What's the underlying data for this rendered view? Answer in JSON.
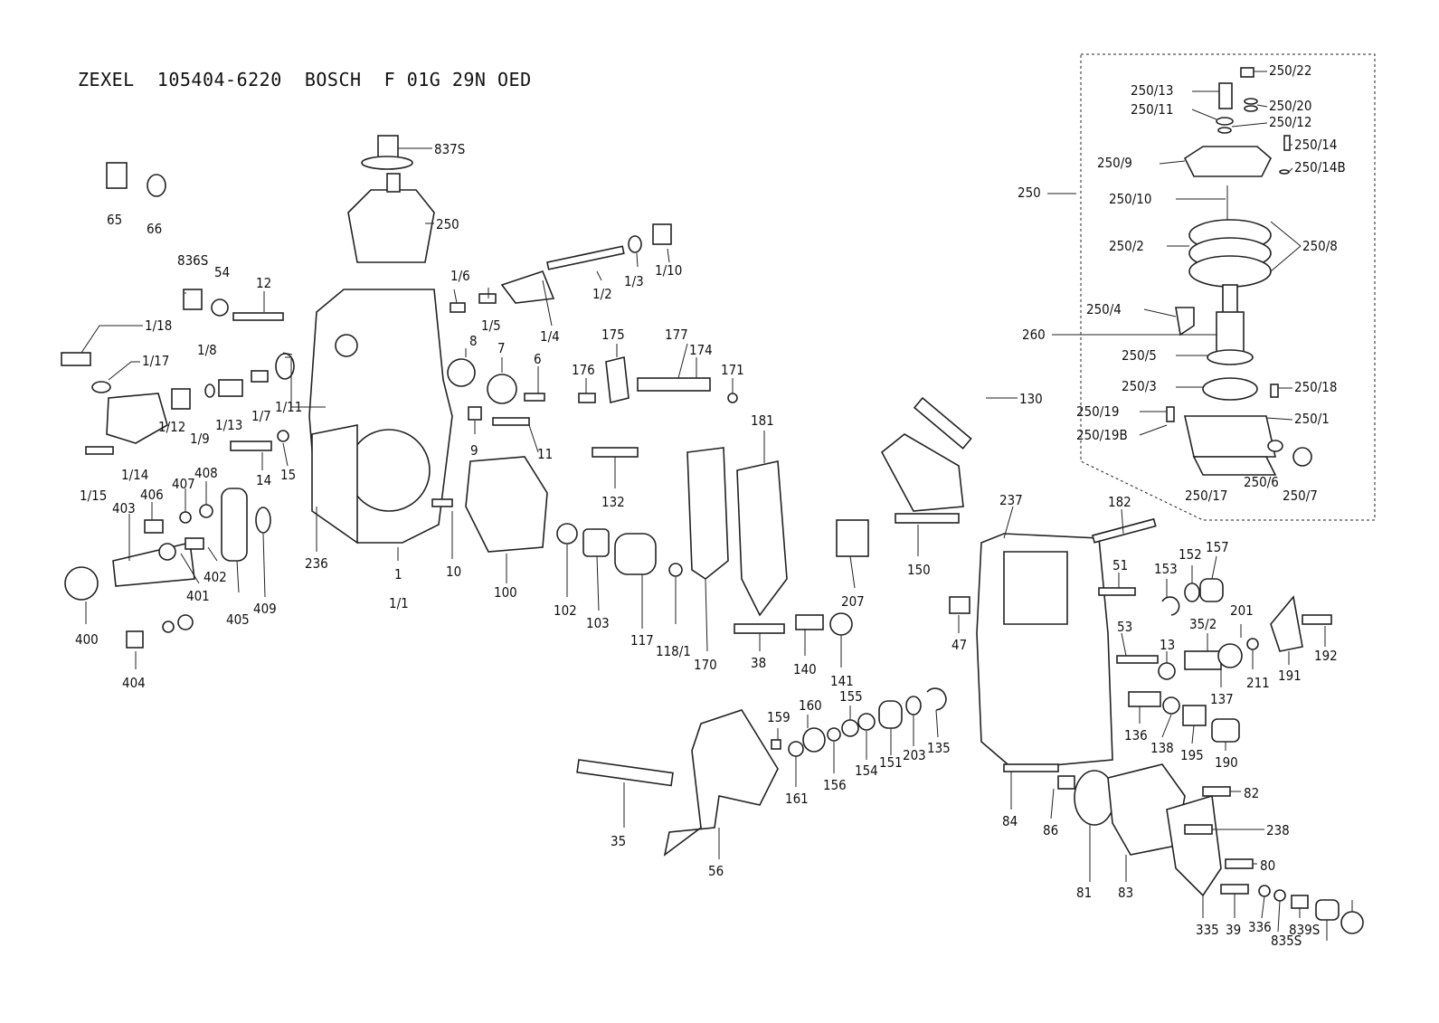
{
  "title": "ZEXEL  105404-6220  BOSCH  F 01G 29N OED",
  "inset_labels": [
    "250/22",
    "250/13",
    "250/20",
    "250/11",
    "250/12",
    "250/14",
    "250/9",
    "250/14B",
    "250",
    "250/10",
    "250/2",
    "250/8",
    "250/4",
    "260",
    "250/5",
    "250/3",
    "250/18",
    "250/19",
    "250/1",
    "250/19B",
    "250/6",
    "250/17",
    "250/7"
  ],
  "labels": [
    "837S",
    "65",
    "66",
    "250",
    "836S",
    "54",
    "12",
    "1/18",
    "1/17",
    "1/6",
    "1/5",
    "1/2",
    "1/3",
    "1/10",
    "1/4",
    "1/8",
    "1/12",
    "1/9",
    "1/13",
    "1/7",
    "1/11",
    "1/14",
    "1/15",
    "8",
    "7",
    "6",
    "9",
    "11",
    "175",
    "177",
    "176",
    "174",
    "171",
    "14",
    "15",
    "406",
    "407",
    "408",
    "403",
    "402",
    "401",
    "405",
    "409",
    "236",
    "400",
    "404",
    "1",
    "1/1",
    "10",
    "100",
    "102",
    "103",
    "117",
    "118/1",
    "170",
    "132",
    "181",
    "130",
    "150",
    "207",
    "237",
    "182",
    "51",
    "152",
    "157",
    "153",
    "38",
    "140",
    "141",
    "47",
    "53",
    "13",
    "35/2",
    "201",
    "211",
    "192",
    "191",
    "159",
    "160",
    "155",
    "161",
    "156",
    "154",
    "151",
    "203",
    "135",
    "137",
    "136",
    "138",
    "195",
    "190",
    "35",
    "56",
    "84",
    "86",
    "82",
    "238",
    "80",
    "81",
    "83",
    "335",
    "39",
    "336",
    "835S",
    "839S"
  ]
}
